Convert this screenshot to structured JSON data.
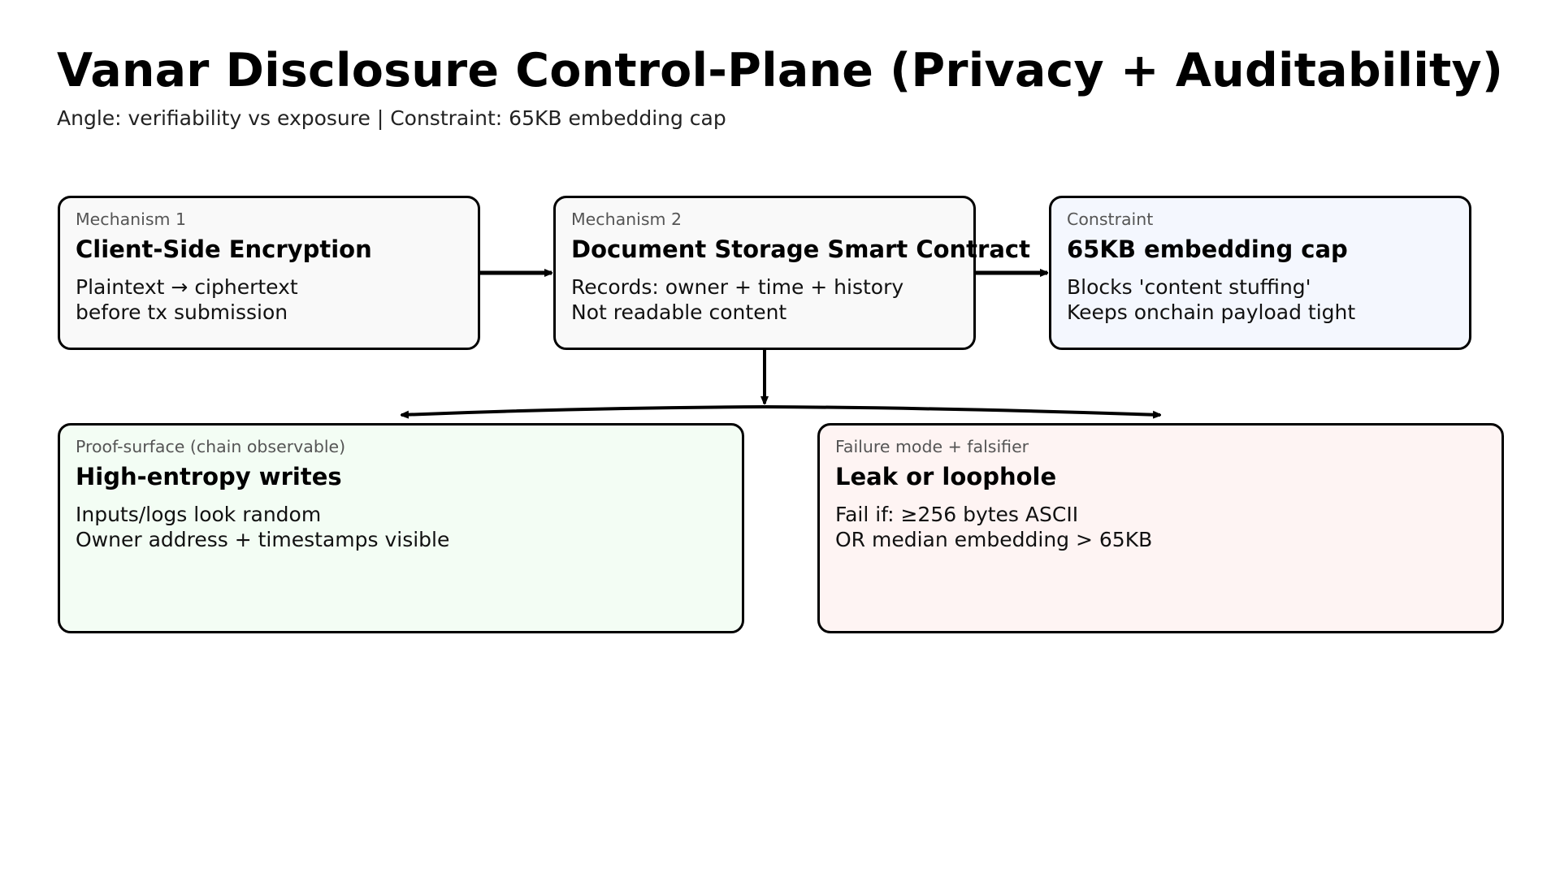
{
  "header": {
    "title": "Vanar Disclosure Control-Plane (Privacy + Auditability)",
    "subtitle": "Angle: verifiability vs exposure | Constraint: 65KB embedding cap"
  },
  "nodes": [
    {
      "id": "mechanism-1",
      "label": "Mechanism 1",
      "heading": "Client-Side Encryption",
      "lines": [
        "Plaintext → ciphertext",
        "before tx submission"
      ],
      "fill": "#f9f9f9"
    },
    {
      "id": "mechanism-2",
      "label": "Mechanism 2",
      "heading": "Document Storage Smart Contract",
      "lines": [
        "Records: owner + time + history",
        "Not readable content"
      ],
      "fill": "#f9f9f9"
    },
    {
      "id": "constraint",
      "label": "Constraint",
      "heading": "65KB embedding cap",
      "lines": [
        "Blocks 'content stuffing'",
        "Keeps onchain payload tight"
      ],
      "fill": "#f4f7fe"
    },
    {
      "id": "proof-surface",
      "label": "Proof-surface (chain observable)",
      "heading": "High-entropy writes",
      "lines": [
        "Inputs/logs look random",
        "Owner address + timestamps visible"
      ],
      "fill": "#f3fdf4"
    },
    {
      "id": "failure-mode",
      "label": "Failure mode + falsifier",
      "heading": "Leak or loophole",
      "lines": [
        "Fail if: ≥256 bytes ASCII",
        "OR median embedding > 65KB"
      ],
      "fill": "#fef4f3"
    }
  ],
  "edges": [
    {
      "from": "mechanism-1",
      "to": "mechanism-2"
    },
    {
      "from": "mechanism-2",
      "to": "constraint"
    },
    {
      "from": "mechanism-2",
      "to": "proof-surface"
    },
    {
      "from": "mechanism-2",
      "to": "failure-mode"
    }
  ]
}
